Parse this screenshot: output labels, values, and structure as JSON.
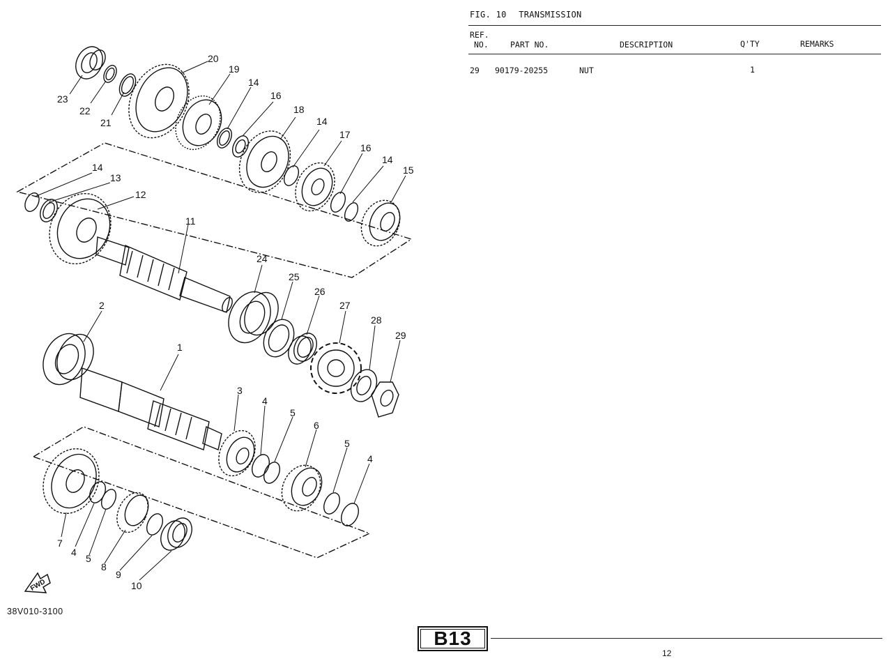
{
  "figure": {
    "number": "FIG. 10",
    "title": "TRANSMISSION",
    "code": "38V010-3100"
  },
  "table": {
    "headers": {
      "ref_no_line1": "REF.",
      "ref_no_line2": "NO.",
      "part_no": "PART NO.",
      "description": "DESCRIPTION",
      "qty": "Q'TY",
      "remarks": "REMARKS"
    },
    "rows": [
      {
        "ref_no": "29",
        "part_no": "90179-20255",
        "description": "NUT",
        "qty": "1",
        "remarks": ""
      }
    ]
  },
  "callouts": [
    "1",
    "2",
    "3",
    "4",
    "5",
    "6",
    "7",
    "8",
    "9",
    "10",
    "11",
    "12",
    "13",
    "14",
    "15",
    "16",
    "17",
    "18",
    "19",
    "20",
    "21",
    "22",
    "23",
    "24",
    "25",
    "26",
    "27",
    "28",
    "29"
  ],
  "diagram_labels": {
    "c23": "23",
    "c22": "22",
    "c21": "21",
    "c20": "20",
    "c19": "19",
    "c14a": "14",
    "c16a": "16",
    "c18": "18",
    "c14b": "14",
    "c17": "17",
    "c16b": "16",
    "c14c": "14",
    "c15": "15",
    "c14d": "14",
    "c13": "13",
    "c12": "12",
    "c11": "11",
    "c24": "24",
    "c25": "25",
    "c26": "26",
    "c27": "27",
    "c28": "28",
    "c29": "29",
    "c2": "2",
    "c1": "1",
    "c3": "3",
    "c4a": "4",
    "c5a": "5",
    "c6": "6",
    "c5b": "5",
    "c4b": "4",
    "c7": "7",
    "c4c": "4",
    "c5c": "5",
    "c8": "8",
    "c9": "9",
    "c10": "10"
  },
  "fwd_label": "FWD",
  "page_code": "B13",
  "page_number": "12"
}
